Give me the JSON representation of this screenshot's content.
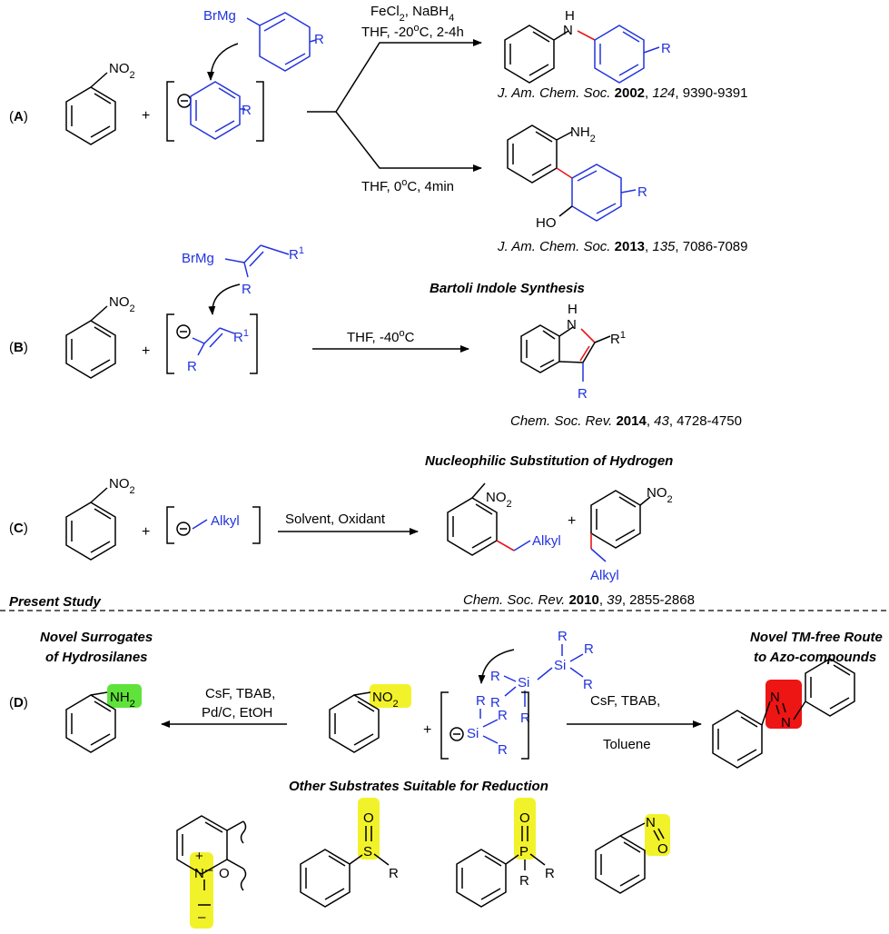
{
  "panels": {
    "A": {
      "label": "(A)",
      "letter": "A",
      "nitro": "NO2",
      "plus": "+",
      "grignard": "BrMg",
      "r": "R",
      "top_cond1": "FeCl2, NaBH4",
      "top_cond2": "THF, -20oC, 2-4h",
      "prod1_nh": "H",
      "prod1_r": "R",
      "ref1_journal": "J. Am. Chem. Soc.",
      "ref1_year": "2002",
      "ref1_vol": "124",
      "ref1_pages": ", 9390-9391",
      "bot_cond": "THF, 0oC, 4min",
      "prod2_nh2": "NH2",
      "prod2_ho": "HO",
      "prod2_r": "R",
      "ref2_journal": "J. Am. Chem. Soc.",
      "ref2_year": "2013",
      "ref2_vol": "135",
      "ref2_pages": ", 7086-7089"
    },
    "B": {
      "label": "(B)",
      "letter": "B",
      "title": "Bartoli Indole Synthesis",
      "nitro": "NO2",
      "plus": "+",
      "grignard": "BrMg",
      "r": "R",
      "r1": "R1",
      "cond": "THF, -40oC",
      "prod_nh": "H",
      "prod_r1": "R1",
      "prod_r": "R",
      "ref_journal": "Chem. Soc. Rev.",
      "ref_year": "2014",
      "ref_vol": "43",
      "ref_pages": ", 4728-4750"
    },
    "C": {
      "label": "(C)",
      "letter": "C",
      "title": "Nucleophilic Substitution of Hydrogen",
      "nitro": "NO2",
      "plus": "+",
      "alkyl": "Alkyl",
      "cond": "Solvent, Oxidant",
      "prod_nitro": "NO2",
      "prod_alkyl": "Alkyl",
      "ref_journal": "Chem. Soc. Rev.",
      "ref_year": "2010",
      "ref_vol": "39",
      "ref_pages": ", 2855-2868"
    },
    "present": "Present Study",
    "D": {
      "label": "(D)",
      "letter": "D",
      "left_title1": "Novel Surrogates",
      "left_title2": "of Hydrosilanes",
      "right_title1": "Novel TM-free Route",
      "right_title2": "to Azo-compounds",
      "left_cond1": "CsF, TBAB,",
      "left_cond2": "Pd/C, EtOH",
      "right_cond1": "CsF, TBAB,",
      "right_cond2": "Toluene",
      "nh2": "NH2",
      "nitro": "NO2",
      "plus": "+",
      "si": "Si",
      "r": "R",
      "n": "N"
    },
    "others": {
      "title": "Other Substrates Suitable for Reduction",
      "n_atom": "N",
      "o_atom": "O",
      "minus": "−",
      "plusc": "+",
      "s_atom": "S",
      "p_atom": "P",
      "r": "R"
    }
  },
  "colors": {
    "blue": "#2233dd",
    "red": "#e8161b",
    "yellow": "#f2f22a",
    "green": "#5fe33a",
    "azo_box": "#ee1515"
  }
}
